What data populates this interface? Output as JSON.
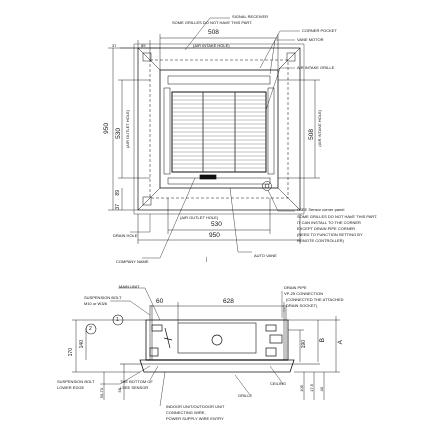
{
  "top_view": {
    "dims": {
      "d37_top": "37",
      "d89_top": "89",
      "d508_top": "508",
      "d950_left": "950",
      "d530_left": "530",
      "d89_left": "89",
      "d37_left": "37",
      "d508_right": "508",
      "d530_bottom": "530",
      "d950_bottom": "950"
    },
    "labels": {
      "signal_receiver": "SIGNAL RECEIVER",
      "some_grilles_top": "SOME GRILLES DO NOT HAVE THIS PART.",
      "air_intake_hole": "(AIR INTAKE HOLE)",
      "air_outlet_hole_left": "(AIR OUTLET HOLE)",
      "air_outlet_hole_bottom": "(AIR OUTLET HOLE)",
      "air_intake_hole_right": "(AIR INTAKE HOLE)",
      "corner_pocket": "CORNER POCKET",
      "vane_motor": "VANE MOTOR",
      "air_intake_grille": "AIR INTAKE GRILLE",
      "drain_hole": "DRAIN HOLE",
      "company_name": "COMPANY NAME",
      "auto_vane": "AUTO VANE",
      "i_see_panel": "i-SEE Sensor corner panel",
      "note_1": "SOME GRILLES DO NOT HAVE THIS PART.",
      "note_2": "IT CAN INSTALL TO THE CORNER",
      "note_3": "EXCEPT DRAIN PIPE CORNER",
      "note_4": "(NEED TO FUNCTION SETTING BY",
      "note_5": "REMOTE CONTROLLER)"
    }
  },
  "side_view": {
    "dims": {
      "d60": "60",
      "d628": "628",
      "d170": "170",
      "d140": "140",
      "d190": "190",
      "dB": "B",
      "dA": "A",
      "d5070": "50-70",
      "d58": "58",
      "d105": "105",
      "d17_5": "17.5",
      "d40": "40"
    },
    "labels": {
      "main_unit": "MAIN UNIT",
      "suspension_bolt": "SUSPENSION BOLT",
      "m10": "M10 or W3/8",
      "drain_pipe": "DRAIN PIPE",
      "vp25_1": "VP-25 CONNECTION",
      "vp25_2": "(CONNECTED THE ATTACHED",
      "vp25_3": "DRAIN SOCKET)",
      "susp_lower_1": "SUSPENSION BOLT",
      "susp_lower_2": "LOWER EDGE",
      "bottom_isee_1": "THE BOTTOM OF",
      "bottom_isee_2": "i-SEE SENSOR",
      "ceiling": "CEILING",
      "grille": "GRILLE",
      "indoor_1": "INDOOR UNIT/OUTDOOR UNIT",
      "indoor_2": "CONNECTING WIRE,",
      "indoor_3": "POWER SUPPLY WIRE ENTRY",
      "callout_1": "1",
      "callout_2": "2",
      "separator": "|"
    }
  }
}
